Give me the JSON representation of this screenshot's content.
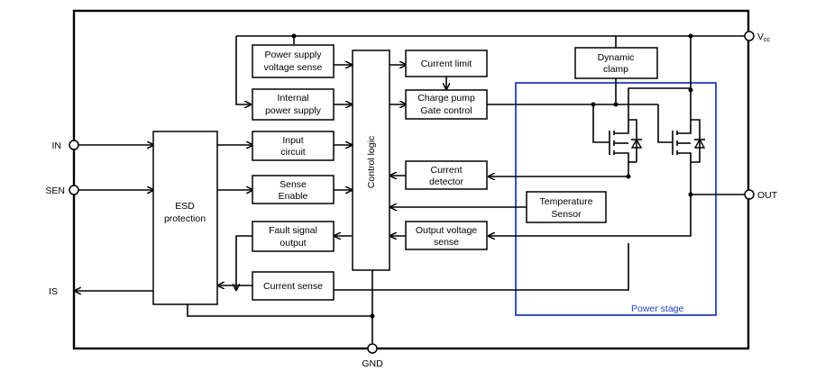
{
  "diagram": {
    "pins": {
      "vcc": "V",
      "vcc_sub": "cc",
      "in": "IN",
      "sen": "SEN",
      "is": "IS",
      "out": "OUT",
      "gnd": "GND"
    },
    "blocks": {
      "power_supply_voltage_sense": [
        "Power supply",
        "voltage sense"
      ],
      "internal_power_supply": [
        "Internal",
        "power supply"
      ],
      "input_circuit": [
        "Input",
        "circuit"
      ],
      "sense_enable": [
        "Sense",
        "Enable"
      ],
      "fault_signal_output": [
        "Fault signal",
        "output"
      ],
      "current_sense": [
        "Current sense"
      ],
      "esd_protection": [
        "ESD",
        "protection"
      ],
      "control_logic": [
        "Control logic"
      ],
      "current_limit": [
        "Current limit"
      ],
      "charge_pump_gate_control": [
        "Charge pump",
        "Gate control"
      ],
      "current_detector": [
        "Current",
        "detector"
      ],
      "temperature_sensor": [
        "Temperature",
        "Sensor"
      ],
      "output_voltage_sense": [
        "Output voltage",
        "sense"
      ],
      "dynamic_clamp": [
        "Dynamic",
        "clamp"
      ]
    },
    "power_stage_label": "Power stage",
    "colors": {
      "line": "#000000",
      "power_stage_border": "#1f3fbf"
    }
  }
}
